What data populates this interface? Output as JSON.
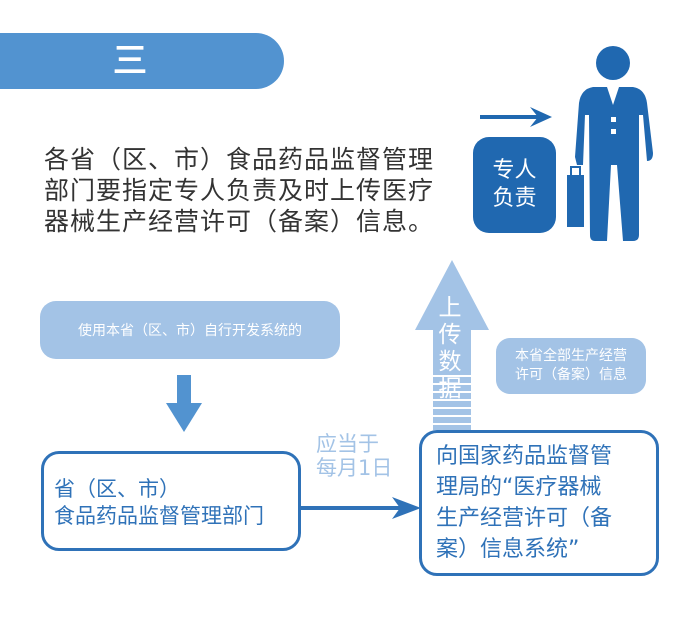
{
  "header": {
    "section_number": "三"
  },
  "intro": {
    "lines": [
      "各省（区、市）食品药品监督管理",
      "部门要指定专人负责及时上传医疗",
      "器械生产经营许可（备案）信息。"
    ]
  },
  "badge": {
    "line1": "专人",
    "line2": "负责"
  },
  "flow": {
    "self_system_label": "使用本省（区、市）自行开发系统的",
    "provincial_dept": {
      "line1": "省（区、市）",
      "line2": "食品药品监督管理部门"
    },
    "timing": {
      "line1": "应当于",
      "line2": "每月1日"
    },
    "national_system": {
      "lines": [
        "向国家药品监督管",
        "理局的“医疗器械",
        "生产经营许可（备",
        "案）信息系统”"
      ]
    },
    "upload_arrow": {
      "chars": [
        "上",
        "传",
        "数",
        "据"
      ]
    },
    "info_label": {
      "line1": "本省全部生产经营",
      "line2": "许可（备案）信息"
    }
  },
  "colors": {
    "primary": "#2f72b8",
    "header": "#5293d0",
    "badge": "#2068b0",
    "light": "#a3c3e6",
    "text": "#333333"
  }
}
